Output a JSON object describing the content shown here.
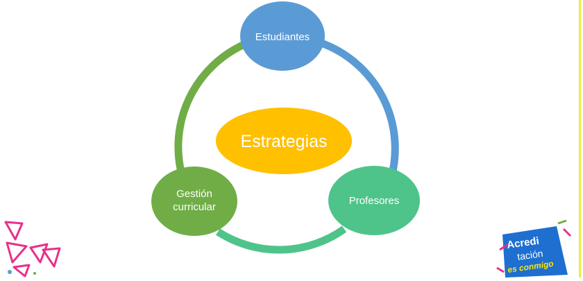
{
  "diagram": {
    "center": {
      "label": "Estrategias",
      "color": "#ffc000"
    },
    "nodes": [
      {
        "id": "estudiantes",
        "label": "Estudiantes",
        "color": "#5b9bd5"
      },
      {
        "id": "profesores",
        "label": "Profesores",
        "color": "#4fc48a"
      },
      {
        "id": "gestion",
        "label_line1": "Gestión",
        "label_line2": "curricular",
        "color": "#70ad47"
      }
    ],
    "arcs": [
      {
        "from": "estudiantes",
        "to": "profesores",
        "color": "#5b9bd5"
      },
      {
        "from": "profesores",
        "to": "gestion",
        "color": "#4fc48a"
      },
      {
        "from": "gestion",
        "to": "estudiantes",
        "color": "#70ad47"
      }
    ]
  },
  "logo": {
    "line1": "Acredi",
    "line2": "tación",
    "line3": "es conmigo",
    "color": "#1e6fd0"
  },
  "decor": {
    "triangle_color": "#e8308a"
  }
}
